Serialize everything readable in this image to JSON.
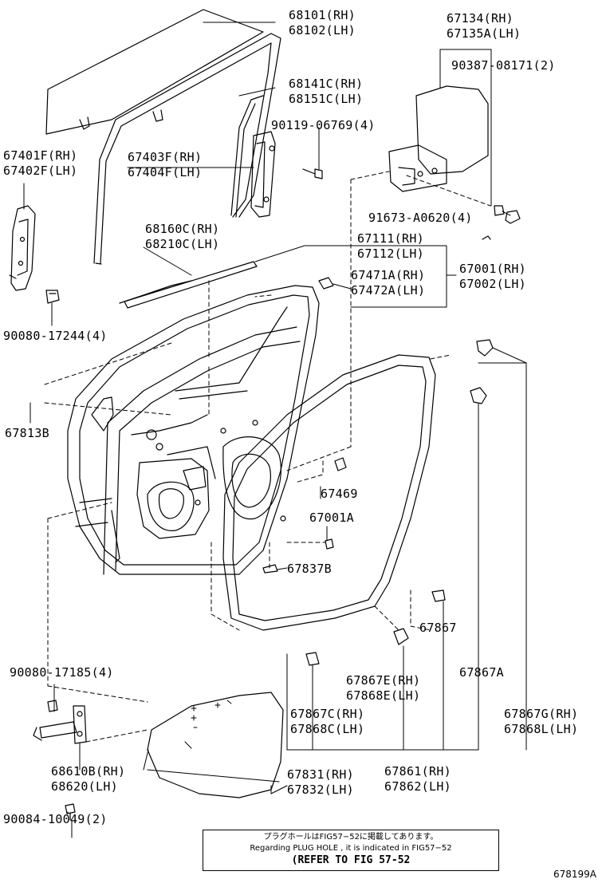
{
  "labels": {
    "p68101": [
      "68101(RH)",
      "68102(LH)"
    ],
    "p67134": [
      "67134(RH)",
      "67135A(LH)"
    ],
    "p90387": [
      "90387-08171(2)"
    ],
    "p68141": [
      "68141C(RH)",
      "68151C(LH)"
    ],
    "p90119": [
      "90119-06769(4)"
    ],
    "p67401": [
      "67401F(RH)",
      "67402F(LH)"
    ],
    "p67403": [
      "67403F(RH)",
      "67404F(LH)"
    ],
    "p91673": [
      "91673-A0620(4)"
    ],
    "p68160": [
      "68160C(RH)",
      "68210C(LH)"
    ],
    "p67111": [
      "67111(RH)",
      "67112(LH)"
    ],
    "p67001": [
      "67001(RH)",
      "67002(LH)"
    ],
    "p67471": [
      "67471A(RH)",
      "67472A(LH)"
    ],
    "p90080a": [
      "90080-17244(4)"
    ],
    "p67813": [
      "67813B"
    ],
    "p67469": [
      "67469"
    ],
    "p67001a": [
      "67001A"
    ],
    "p67837": [
      "67837B"
    ],
    "p67867": [
      "67867"
    ],
    "p90080b": [
      "90080-17185(4)"
    ],
    "p67867a": [
      "67867A"
    ],
    "p67867e": [
      "67867E(RH)",
      "67868E(LH)"
    ],
    "p67867c": [
      "67867C(RH)",
      "67868C(LH)"
    ],
    "p67867g": [
      "67867G(RH)",
      "67868L(LH)"
    ],
    "p68610": [
      "68610B(RH)",
      "68620(LH)"
    ],
    "p67861": [
      "67861(RH)",
      "67862(LH)"
    ],
    "p67831": [
      "67831(RH)",
      "67832(LH)"
    ],
    "p90084": [
      "90084-10049(2)"
    ]
  },
  "reference_note": {
    "line1": "プラグホールはFIG57−52に掲載してあります。",
    "line2": "Regarding PLUG HOLE , it is indicated in FIG57−52",
    "line3": "(REFER TO FIG 57-52"
  },
  "figure_code": "678199A"
}
